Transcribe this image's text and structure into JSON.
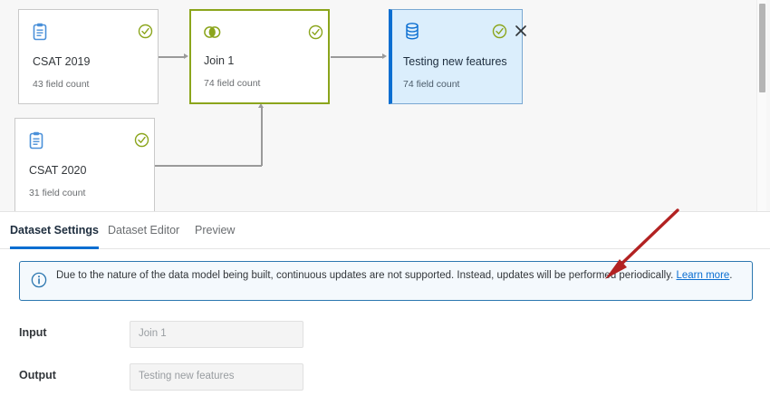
{
  "canvas": {
    "nodes": [
      {
        "id": "csat2019",
        "title": "CSAT 2019",
        "subtitle": "43 field count",
        "icon": "clipboard-icon",
        "status_icon": "check-circle-icon",
        "type": "source"
      },
      {
        "id": "csat2020",
        "title": "CSAT 2020",
        "subtitle": "31 field count",
        "icon": "clipboard-icon",
        "status_icon": "check-circle-icon",
        "type": "source"
      },
      {
        "id": "join1",
        "title": "Join 1",
        "subtitle": "74 field count",
        "icon": "venn-join-icon",
        "status_icon": "check-circle-icon",
        "type": "join"
      },
      {
        "id": "output",
        "title": "Testing new features",
        "subtitle": "74 field count",
        "icon": "database-icon",
        "status_icon": "check-circle-icon",
        "close_icon": "close-icon",
        "type": "output"
      }
    ],
    "colors": {
      "join_border": "#8ba51c",
      "output_border": "#0a6ed1",
      "output_fill": "#dbeefc",
      "status_green": "#8ba51c",
      "source_icon_blue": "#4a90d9",
      "connector": "#9a9a9a"
    }
  },
  "tabs": [
    {
      "label": "Dataset Settings",
      "active": true
    },
    {
      "label": "Dataset Editor",
      "active": false
    },
    {
      "label": "Preview",
      "active": false
    }
  ],
  "banner": {
    "icon": "info-circle-icon",
    "text": "Due to the nature of the data model being built, continuous updates are not supported. Instead, updates will be performed periodically. ",
    "link_label": "Learn more",
    "text_suffix": ".",
    "border_color": "#2c77b0",
    "background_color": "#f4f9fd"
  },
  "form": {
    "rows": [
      {
        "label": "Input",
        "value": "Join 1"
      },
      {
        "label": "Output",
        "value": "Testing new features"
      }
    ]
  },
  "annotation": {
    "arrow_color": "#b22222",
    "shape": "arrow-pointing-down-left"
  }
}
